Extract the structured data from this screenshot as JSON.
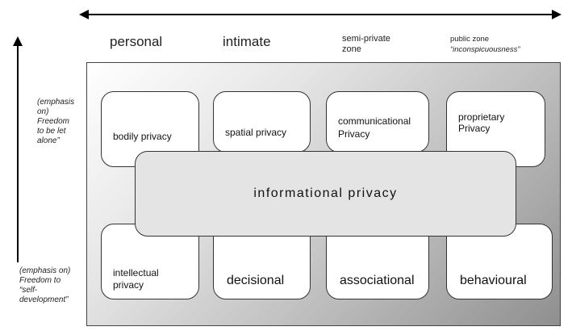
{
  "zones": {
    "personal": "personal",
    "intimate": "intimate",
    "semi_private_1": "semi-private",
    "semi_private_2": "zone",
    "public_1": "public zone",
    "public_2": "“inconspicuousness”"
  },
  "axis_labels": {
    "top": [
      "(emphasis",
      "on)",
      "Freedom",
      "to be  let",
      "alone”"
    ],
    "bottom": [
      "(emphasis on)",
      "Freedom to",
      "“self-",
      "development”"
    ]
  },
  "cards_top": [
    {
      "lines": [
        "bodily privacy"
      ]
    },
    {
      "lines": [
        "spatial privacy"
      ]
    },
    {
      "lines": [
        "communicational",
        "Privacy"
      ]
    },
    {
      "lines": [
        "proprietary",
        "Privacy"
      ]
    }
  ],
  "cards_bottom": [
    {
      "lines": [
        "intellectual",
        "privacy"
      ]
    },
    {
      "lines": [
        "decisional"
      ]
    },
    {
      "lines": [
        "associational"
      ]
    },
    {
      "lines": [
        "behavioural"
      ]
    }
  ],
  "center": {
    "label": "informational privacy"
  }
}
